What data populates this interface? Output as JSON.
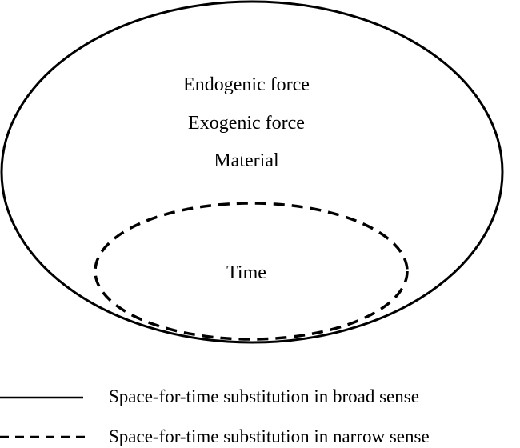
{
  "diagram": {
    "outer_set": {
      "items": [
        "Endogenic force",
        "Exogenic force",
        "Material"
      ]
    },
    "inner_set": {
      "label": "Time"
    },
    "legend": [
      {
        "line_style": "solid",
        "label": "Space-for-time substitution in broad sense"
      },
      {
        "line_style": "dashed",
        "label": "Space-for-time substitution in narrow sense"
      }
    ],
    "colors": {
      "stroke": "#000000",
      "background": "#ffffff"
    }
  }
}
